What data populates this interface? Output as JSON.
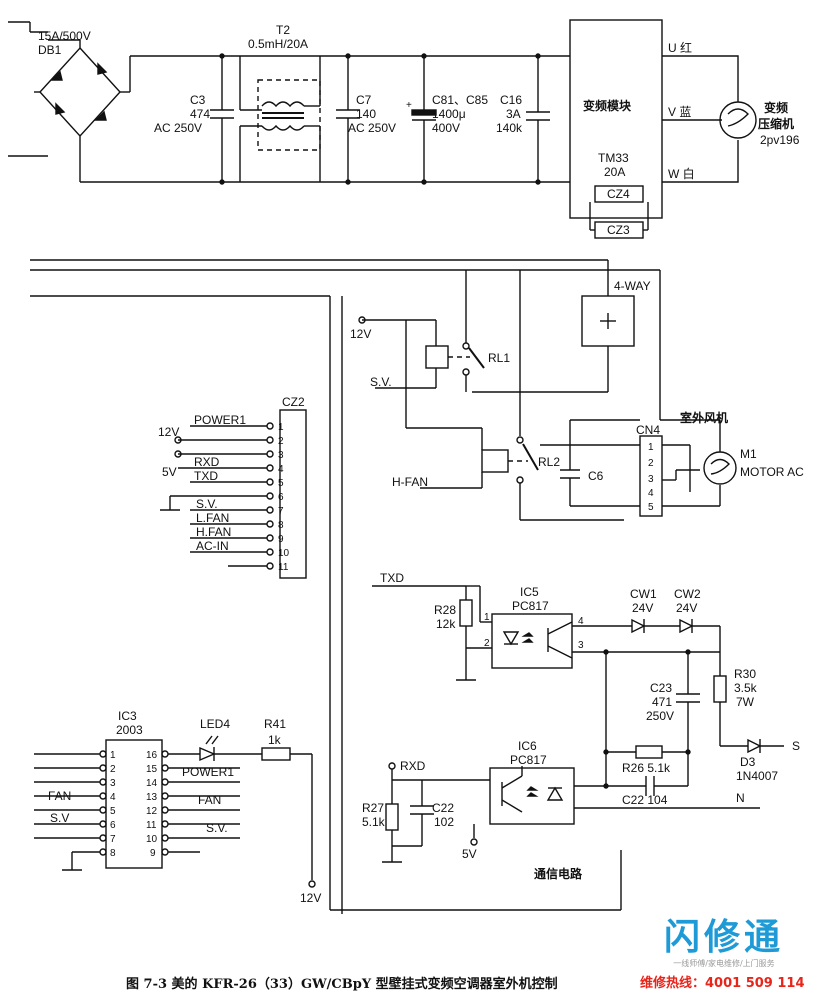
{
  "caption": "图 7-3   美的 KFR-26（33）GW/CBpY 型壁挂式变频空调器室外机控制",
  "watermark": {
    "brand": "闪修通",
    "tagline": "一线师傅/家电维修/上门服务",
    "hotline": "维修热线：4001 509 114"
  },
  "power": {
    "db1_rating": "15A/500V",
    "db1": "DB1",
    "t2": "T2",
    "t2_value": "0.5mH/20A",
    "c3": "C3",
    "c3_value": "474",
    "c3_rating": "AC 250V",
    "c7": "C7",
    "c7_value": "140",
    "c7_rating": "AC 250V",
    "c81": "C81、C85",
    "c81_value": "1400μ",
    "c81_rating": "400V",
    "c16": "C16",
    "c16_value": "3A",
    "c16_value2": "140k",
    "module": "变频模块",
    "tm": "TM33",
    "tm_rating": "20A",
    "cz4": "CZ4",
    "cz3": "CZ3",
    "u": "U 红",
    "v": "V 蓝",
    "w": "W 白",
    "comp1": "变频",
    "comp2": "压缩机",
    "comp3": "2pv196"
  },
  "relay": {
    "v12": "12V",
    "rl1": "RL1",
    "sv": "S.V.",
    "fourway": "4-WAY",
    "fan_title": "室外风机",
    "cn4": "CN4",
    "cn4_pins": [
      "1",
      "2",
      "3",
      "4",
      "5"
    ],
    "m1": "M1",
    "motor": "MOTOR AC",
    "rl2": "RL2",
    "c6": "C6",
    "hfan": "H-FAN"
  },
  "cz2": {
    "label": "CZ2",
    "pins": [
      "1",
      "2",
      "3",
      "4",
      "5",
      "6",
      "7",
      "8",
      "9",
      "10",
      "11"
    ],
    "v12": "12V",
    "v5": "5V",
    "signals": [
      "POWER1",
      "RXD",
      "TXD",
      "S.V.",
      "L.FAN",
      "H.FAN",
      "AC-IN"
    ]
  },
  "ic3": {
    "label": "IC3",
    "part": "2003",
    "left_pins": [
      "1",
      "2",
      "3",
      "4",
      "5",
      "6",
      "7",
      "8"
    ],
    "right_pins": [
      "16",
      "15",
      "14",
      "13",
      "12",
      "11",
      "10",
      "9"
    ],
    "fan": "FAN",
    "sv_left": "S.V",
    "led": "LED4",
    "r41": "R41",
    "r41_value": "1k",
    "power1": "POWER1",
    "fan_right": "FAN",
    "sv_right": "S.V.",
    "v12": "12V"
  },
  "comm": {
    "txd": "TXD",
    "r28": "R28",
    "r28_value": "12k",
    "ic5": "IC5",
    "ic5_part": "PC817",
    "ic5_pins": [
      "1",
      "2",
      "4",
      "3"
    ],
    "cw1": "CW1",
    "cw1_value": "24V",
    "cw2": "CW2",
    "cw2_value": "24V",
    "r30": "R30",
    "r30_value": "3.5k",
    "r30_rating": "7W",
    "c23": "C23",
    "c23_value": "471",
    "c23_rating": "250V",
    "d3": "D3",
    "d3_part": "1N4007",
    "s": "S",
    "rxd": "RXD",
    "ic6": "IC6",
    "ic6_part": "PC817",
    "r26": "R26 5.1k",
    "c22b": "C22 104",
    "n": "N",
    "r27": "R27",
    "r27_value": "5.1k",
    "c22": "C22",
    "c22_value": "102",
    "v5": "5V",
    "title": "通信电路"
  }
}
